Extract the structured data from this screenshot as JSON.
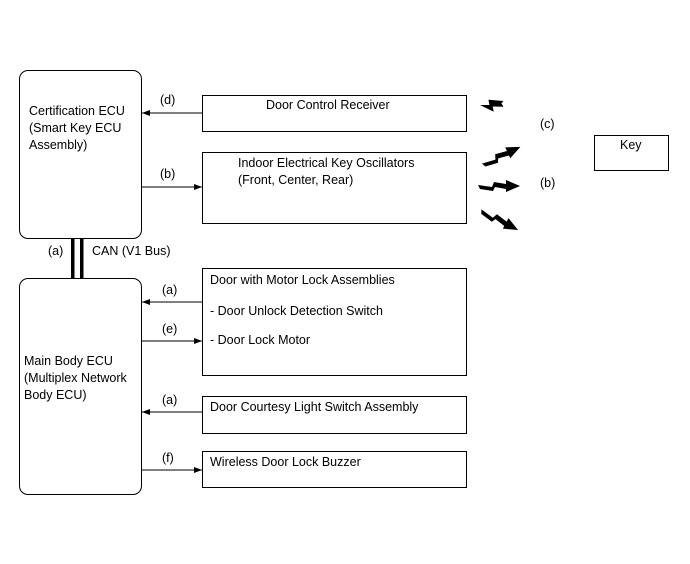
{
  "blocks": {
    "certification_ecu": [
      "Certification ECU",
      "(Smart Key ECU",
      "Assembly)"
    ],
    "main_body_ecu": [
      "Main Body ECU",
      "(Multiplex Network",
      "Body ECU)"
    ],
    "door_control_receiver": "Door Control Receiver",
    "indoor_oscillators": [
      "Indoor Electrical Key Oscillators",
      "(Front, Center, Rear)"
    ],
    "door_motor_lock": [
      "Door with Motor Lock Assemblies",
      "- Door Unlock Detection Switch",
      "- Door Lock Motor"
    ],
    "door_courtesy": "Door Courtesy Light Switch Assembly",
    "wireless_buzzer": "Wireless Door Lock Buzzer",
    "key": "Key"
  },
  "links": {
    "d": "(d)",
    "b_osc": "(b)",
    "a_can": "(a)",
    "can_bus": "CAN (V1 Bus)",
    "a_motor": "(a)",
    "e_motor": "(e)",
    "a_courtesy": "(a)",
    "f_buzzer": "(f)",
    "c_radio": "(c)",
    "b_radio": "(b)"
  }
}
